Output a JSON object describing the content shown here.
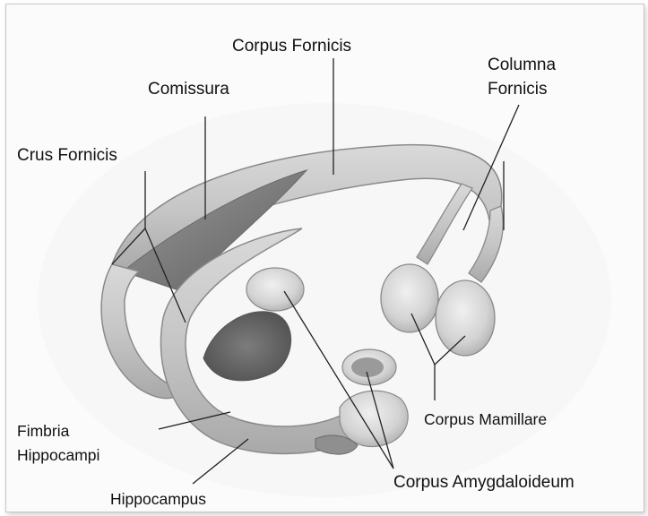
{
  "labels": {
    "corpus_fornicis": "Corpus Fornicis",
    "columna_fornicis_line1": "Columna",
    "columna_fornicis_line2": "Fornicis",
    "comissura": "Comissura",
    "crus_fornicis": "Crus Fornicis",
    "fimbria_line1": "Fimbria",
    "fimbria_line2": "Hippocampi",
    "hippocampus": "Hippocampus",
    "corpus_mamillare": "Corpus Mamillare",
    "corpus_amygdaloideum": "Corpus Amygdaloideum"
  }
}
